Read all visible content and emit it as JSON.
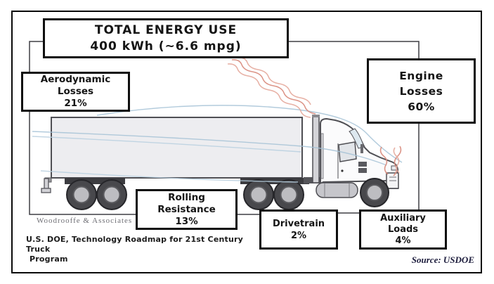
{
  "figure": {
    "title_box": {
      "line1": "TOTAL ENERGY USE",
      "line2": "400 kWh (~6.6 mpg)"
    },
    "boxes": {
      "aerodynamic": {
        "line1": "Aerodynamic",
        "line2": "Losses",
        "value": "21%"
      },
      "engine": {
        "line1": "Engine",
        "line2": "Losses",
        "value": "60%"
      },
      "rolling": {
        "line1": "Rolling",
        "line2": "Resistance",
        "value": "13%"
      },
      "drivetrain": {
        "line1": "Drivetrain",
        "value": "2%"
      },
      "auxiliary": {
        "line1": "Auxiliary",
        "line2": "Loads",
        "value": "4%"
      }
    },
    "watermark": "Woodrooffe & Associates",
    "caption": {
      "line1": "U.S. DOE, Technology Roadmap for 21st Century Truck",
      "line2": "Program"
    },
    "source": "Source: USDOE"
  },
  "energy_breakdown": {
    "total_energy": "400 kWh",
    "fuel_economy": "~6.6 mpg",
    "components": [
      {
        "name": "Engine Losses",
        "percent": 60
      },
      {
        "name": "Aerodynamic Losses",
        "percent": 21
      },
      {
        "name": "Rolling Resistance",
        "percent": 13
      },
      {
        "name": "Auxiliary Loads",
        "percent": 4
      },
      {
        "name": "Drivetrain",
        "percent": 2
      }
    ]
  },
  "colors": {
    "box_border": "#0f0f0f",
    "heat_red": "#d98a7c",
    "airflow_blue": "#a5c2d6",
    "truck_fill": "#ededf0",
    "source_text": "#1c1c3c"
  }
}
